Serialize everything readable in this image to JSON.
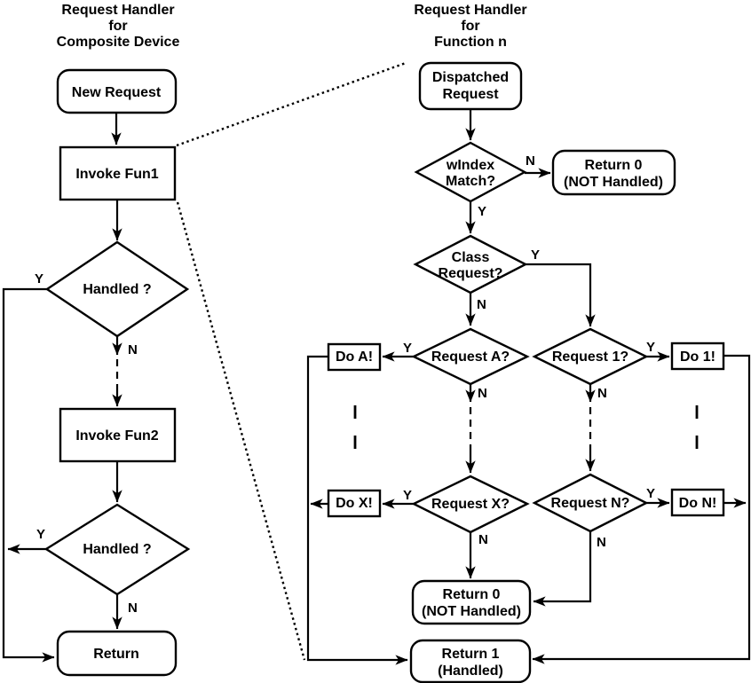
{
  "diagram": {
    "left": {
      "title_lines": [
        "Request Handler",
        "for",
        "Composite Device"
      ],
      "nodes": {
        "new_request": "New Request",
        "invoke_fun1": "Invoke Fun1",
        "handled_1": "Handled ?",
        "invoke_fun2": "Invoke Fun2",
        "handled_2": "Handled ?",
        "return": "Return"
      }
    },
    "right": {
      "title_lines": [
        "Request Handler",
        "for",
        "Function n"
      ],
      "nodes": {
        "dispatched_lines": [
          "Dispatched",
          "Request"
        ],
        "windex_lines": [
          "wIndex",
          "Match?"
        ],
        "return0_top_lines": [
          "Return 0",
          "(NOT Handled)"
        ],
        "class_lines": [
          "Class",
          "Request?"
        ],
        "request_a": "Request A?",
        "request_1": "Request 1?",
        "do_a": "Do A!",
        "do_1": "Do 1!",
        "request_x": "Request X?",
        "request_n": "Request N?",
        "do_x": "Do X!",
        "do_n": "Do N!",
        "return0_bottom_lines": [
          "Return 0",
          "(NOT Handled)"
        ],
        "return1_lines": [
          "Return 1",
          "(Handled)"
        ]
      }
    },
    "branch_labels": {
      "yes": "Y",
      "no": "N"
    },
    "colors": {
      "stroke": "#000000",
      "background": "#ffffff"
    }
  }
}
